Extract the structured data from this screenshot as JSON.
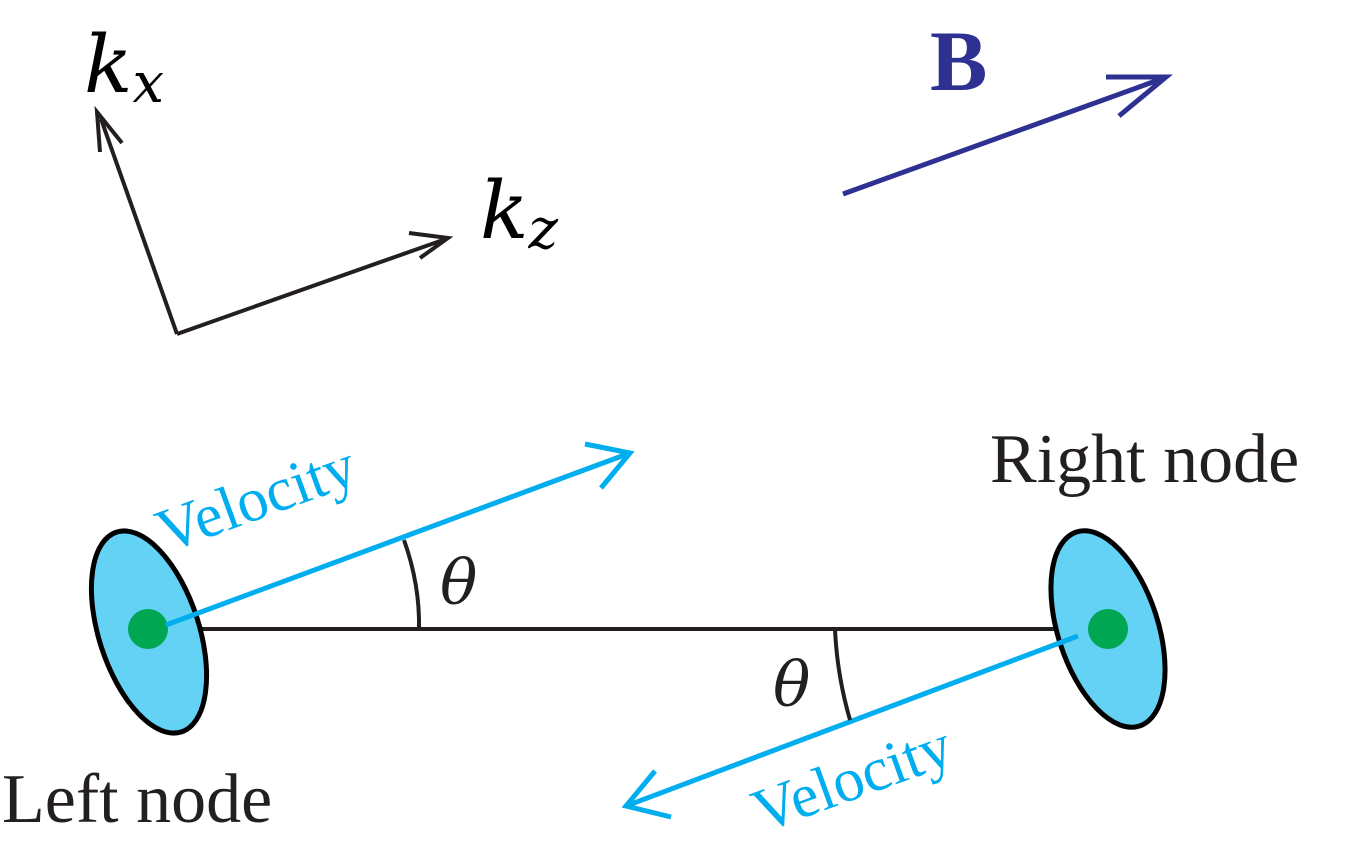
{
  "axes": {
    "kx": {
      "base": "k",
      "sub": "x"
    },
    "kz": {
      "base": "k",
      "sub": "z"
    }
  },
  "field": {
    "label": "B"
  },
  "nodes": {
    "right_label": "Right node",
    "left_label": "Left node"
  },
  "velocity": {
    "upper_label": "Velocity",
    "lower_label": "Velocity"
  },
  "angles": {
    "upper": "θ",
    "lower": "θ"
  },
  "colors": {
    "axis": "#231f20",
    "field_arrow": "#2e3192",
    "velocity": "#00aeef",
    "node_fill": "#64d2f5",
    "node_dot": "#00a651",
    "connector": "#231f20"
  }
}
